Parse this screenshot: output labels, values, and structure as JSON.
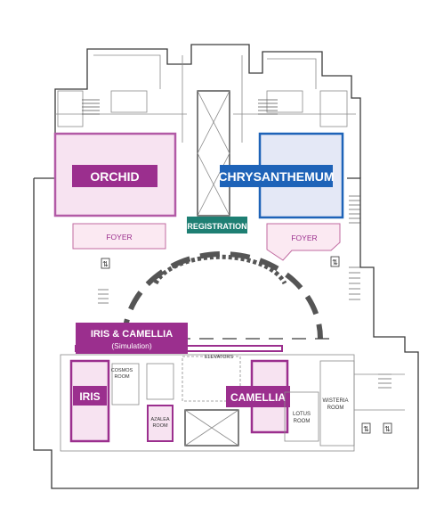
{
  "rooms": {
    "orchid": {
      "label": "ORCHID"
    },
    "chrysanthemum": {
      "label": "CHRYSANTHEMUM"
    },
    "registration": {
      "label": "REGISTRATION"
    },
    "foyer_left": {
      "label": "FOYER"
    },
    "foyer_right": {
      "label": "FOYER"
    },
    "iris_camellia": {
      "label": "IRIS & CAMELLIA",
      "sublabel": "(Simulation)"
    },
    "iris": {
      "label": "IRIS"
    },
    "camellia": {
      "label": "CAMELLIA"
    },
    "cosmos": {
      "label_line1": "COSMOS",
      "label_line2": "ROOM"
    },
    "azalea": {
      "label_line1": "AZALEA",
      "label_line2": "ROOM"
    },
    "lotus": {
      "label_line1": "LOTUS",
      "label_line2": "ROOM"
    },
    "wisteria": {
      "label_line1": "WISTERIA",
      "label_line2": "ROOM"
    },
    "elevators": {
      "label": "ELEVATORS"
    }
  },
  "colors": {
    "purple": "#9b2f8e",
    "purple_light": "#f7e3f1",
    "blue": "#1e63b8",
    "blue_light": "#e4e8f6",
    "teal": "#1e7f73",
    "wall": "#3a3a3a"
  },
  "icons": [
    "restroom-icon",
    "restroom-icon",
    "restroom-icon",
    "restroom-icon"
  ]
}
